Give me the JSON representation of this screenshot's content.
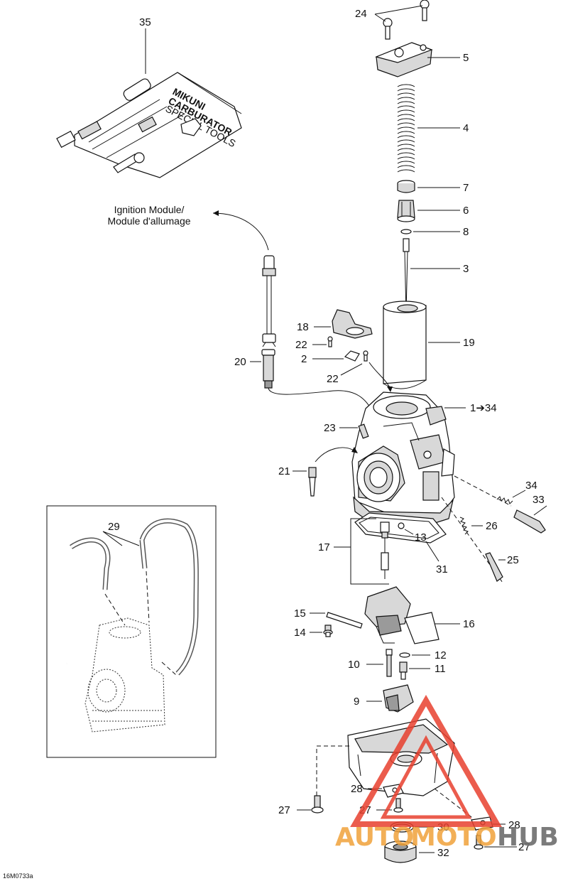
{
  "diagram_code": "16M0733a",
  "destination_label": {
    "line1": "Ignition Module/",
    "line2": "Module d'allumage"
  },
  "callouts": {
    "c1": "1➔34",
    "c2": "2",
    "c3": "3",
    "c4": "4",
    "c5": "5",
    "c6": "6",
    "c7": "7",
    "c8": "8",
    "c9": "9",
    "c10": "10",
    "c11": "11",
    "c12": "12",
    "c13": "13",
    "c14": "14",
    "c15": "15",
    "c16": "16",
    "c17": "17",
    "c18": "18",
    "c19": "19",
    "c20": "20",
    "c21": "21",
    "c22a": "22",
    "c22b": "22",
    "c23": "23",
    "c24": "24",
    "c25": "25",
    "c26": "26",
    "c27a": "27",
    "c27b": "27",
    "c27c": "27",
    "c28a": "28",
    "c28b": "28",
    "c29": "29",
    "c30": "30",
    "c31": "31",
    "c32": "32",
    "c33": "33",
    "c34": "34",
    "c35": "35"
  },
  "tool_kit_text": {
    "brand": "MIKUNI",
    "line2": "CARBURATOR",
    "line3": "SPECIAL TOOLS"
  },
  "watermark": {
    "text_auto": "AUTO",
    "text_moto": "MOTO",
    "text_hub": "HUB",
    "color_red": "#e8402e",
    "color_gray": "#6d6d6d",
    "color_orange": "#f0a23a"
  }
}
